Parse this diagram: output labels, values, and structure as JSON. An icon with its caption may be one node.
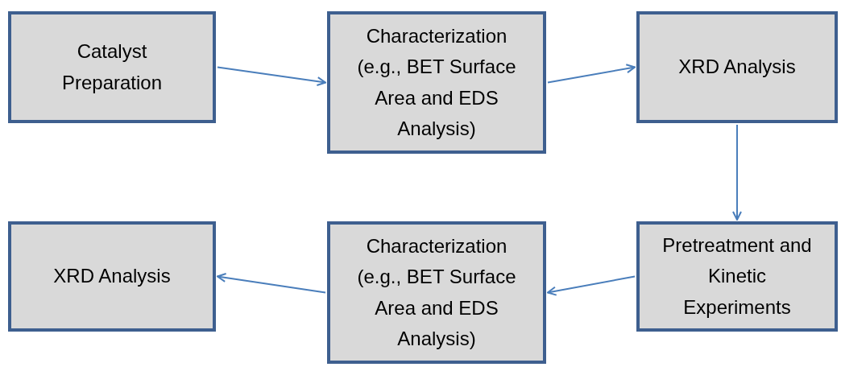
{
  "diagram": {
    "nodes": [
      {
        "text": [
          "Catalyst Preparation"
        ]
      },
      {
        "text": [
          "Characterization (e.g., BET Surface Area and EDS Analysis)"
        ]
      },
      {
        "text": [
          "XRD Analysis"
        ]
      },
      {
        "text": [
          "Pretreatment and Kinetic Experiments"
        ]
      },
      {
        "text": [
          "Characterization (e.g., BET Surface Area and EDS Analysis)"
        ]
      },
      {
        "text": [
          "XRD Analysis"
        ]
      }
    ],
    "edges": [
      {
        "from": 0,
        "to": 1,
        "arrow": "to"
      },
      {
        "from": 1,
        "to": 2,
        "arrow": "to"
      },
      {
        "from": 2,
        "to": 3,
        "arrow": "to"
      },
      {
        "from": 3,
        "to": 4,
        "arrow": "to"
      },
      {
        "from": 4,
        "to": 5,
        "arrow": "to"
      }
    ]
  }
}
